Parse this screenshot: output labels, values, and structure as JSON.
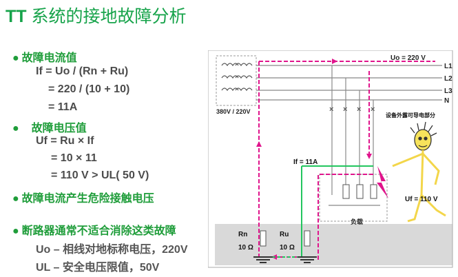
{
  "title": {
    "prefix": "TT",
    "text": " 系统的接地故障分析"
  },
  "lines": [
    {
      "bullet": "●",
      "text": "故障电流值"
    },
    {
      "text": "If = Uo / (Rn + Ru)"
    },
    {
      "text": "= 220 / (10 + 10)"
    },
    {
      "text": "= 11A"
    },
    {
      "bullet": "●",
      "text": "故障电压值"
    },
    {
      "text": "Uf = Ru × If"
    },
    {
      "text": "= 10 × 11"
    },
    {
      "text": "= 110 V > UL( 50 V)"
    },
    {
      "bullet": "●",
      "text": "故障电流产生危险接触电压"
    },
    {
      "bullet": "●",
      "text": "断路器通常不适合消除这类故障"
    },
    {
      "text": "Uo – 相线对地标称电压，220V"
    },
    {
      "text": "UL – 安全电压限值，50V"
    }
  ],
  "diagram": {
    "uo_label": "Uo = 220 V",
    "phases": [
      "L1",
      "L2",
      "L3",
      "N"
    ],
    "transformer_label": "380V / 220V",
    "exposed_label": "设备外露可导电部分",
    "if_label": "If = 11A",
    "uf_label": "Uf = 110 V",
    "load_label": "负载",
    "rn_label": "Rn",
    "rn_value": "10 Ω",
    "ru_label": "Ru",
    "ru_value": "10 Ω"
  },
  "colors": {
    "title": "#16a34a",
    "fault_path": "#e0148c",
    "earth_path": "#22c55e",
    "ground": "#d9d9d9"
  }
}
